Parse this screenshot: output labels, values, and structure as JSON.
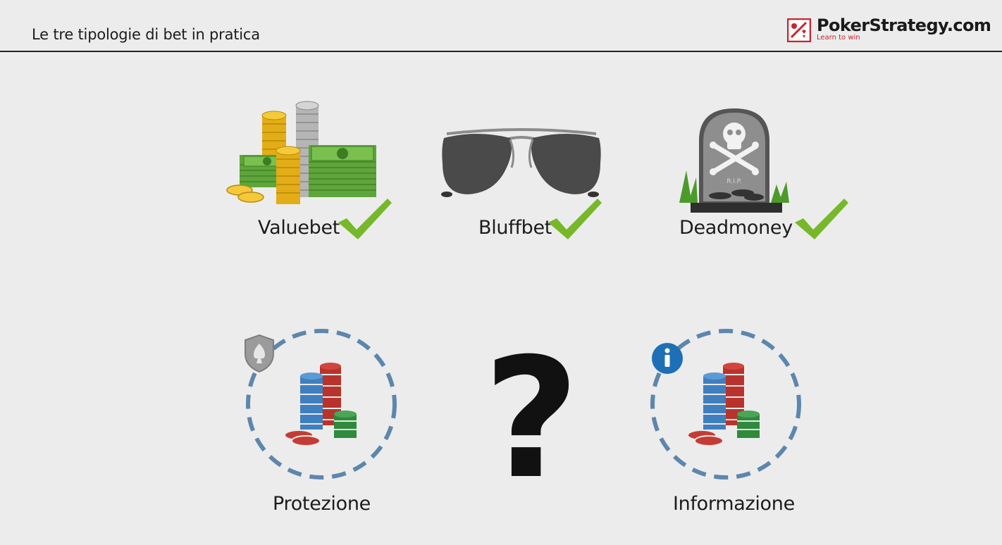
{
  "header": {
    "title": "Le tre tipologie di bet in pratica"
  },
  "logo": {
    "name": "PokerStrategy.com",
    "tagline": "Learn to win"
  },
  "bet_types": [
    {
      "label": "Valuebet",
      "icon": "money-icon",
      "status": "checked"
    },
    {
      "label": "Bluffbet",
      "icon": "sunglasses-icon",
      "status": "checked"
    },
    {
      "label": "Deadmoney",
      "icon": "tombstone-icon",
      "status": "checked"
    }
  ],
  "tombstone": {
    "inscription": "R.I.P."
  },
  "other_types": [
    {
      "label": "Protezione",
      "icon": "shield-icon"
    },
    {
      "label": "Informazione",
      "icon": "info-icon"
    }
  ],
  "question_mark": "?",
  "colors": {
    "check": "#76b82a",
    "dashed_circle": "#5d86ad",
    "info_badge": "#1f6fb6",
    "brand_red": "#c8252c"
  }
}
